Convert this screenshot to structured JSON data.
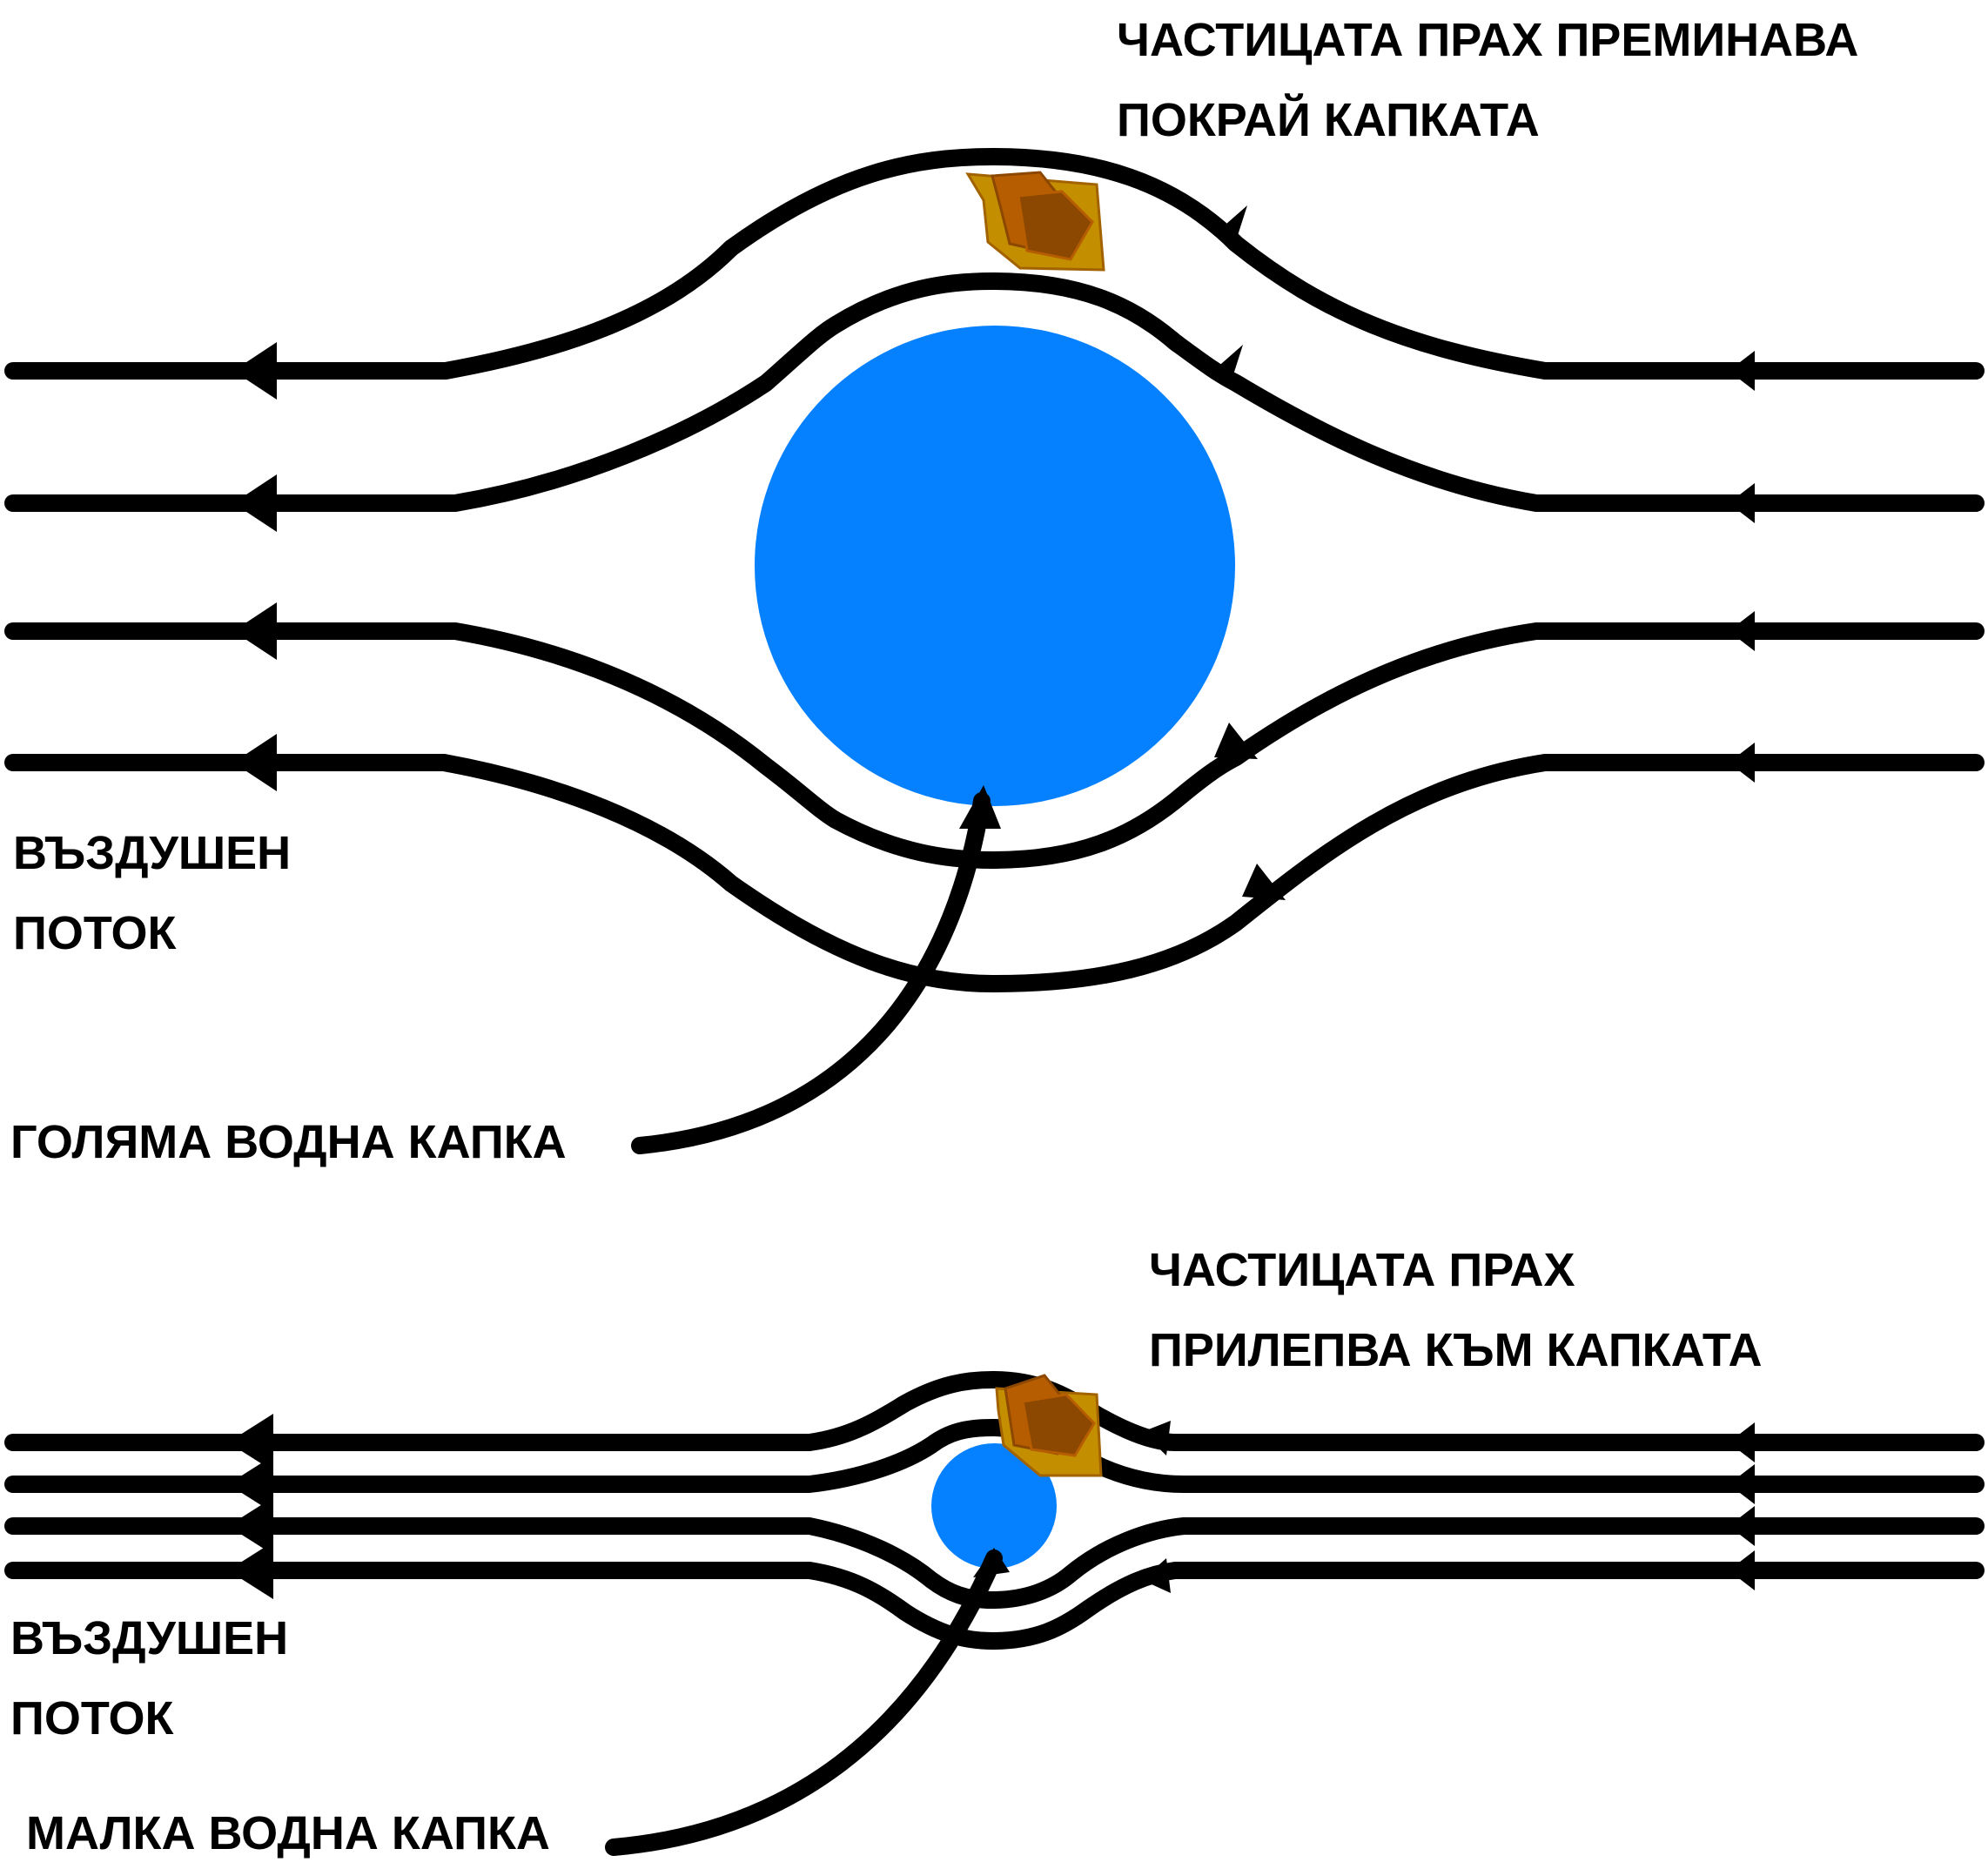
{
  "top_panel": {
    "dust_caption": [
      "ЧАСТИЦАТА ПРАХ ПРЕМИНАВА",
      "ПОКРАЙ КАПКАТА"
    ],
    "airflow_caption": [
      "ВЪЗДУШЕН",
      "ПОТОК"
    ],
    "drop_caption": "ГОЛЯМА ВОДНА КАПКА"
  },
  "bottom_panel": {
    "dust_caption": [
      "ЧАСТИЦАТА ПРАХ",
      "ПРИЛЕПВА КЪМ КАПКАТА"
    ],
    "airflow_caption": [
      "ВЪЗДУШЕН",
      "ПОТОК"
    ],
    "drop_caption": "МАЛКА ВОДНА КАПКА"
  },
  "colors": {
    "water_drop": "#0580fe",
    "streamline": "#000000",
    "dust_outer": "#c38f00",
    "dust_inner": "#b55d00",
    "dust_core": "#8c4700",
    "background": "#ffffff"
  },
  "icons": {
    "flow_arrow": "arrowhead-left-icon",
    "dust": "dust-particle-icon",
    "drop": "water-drop-icon"
  }
}
